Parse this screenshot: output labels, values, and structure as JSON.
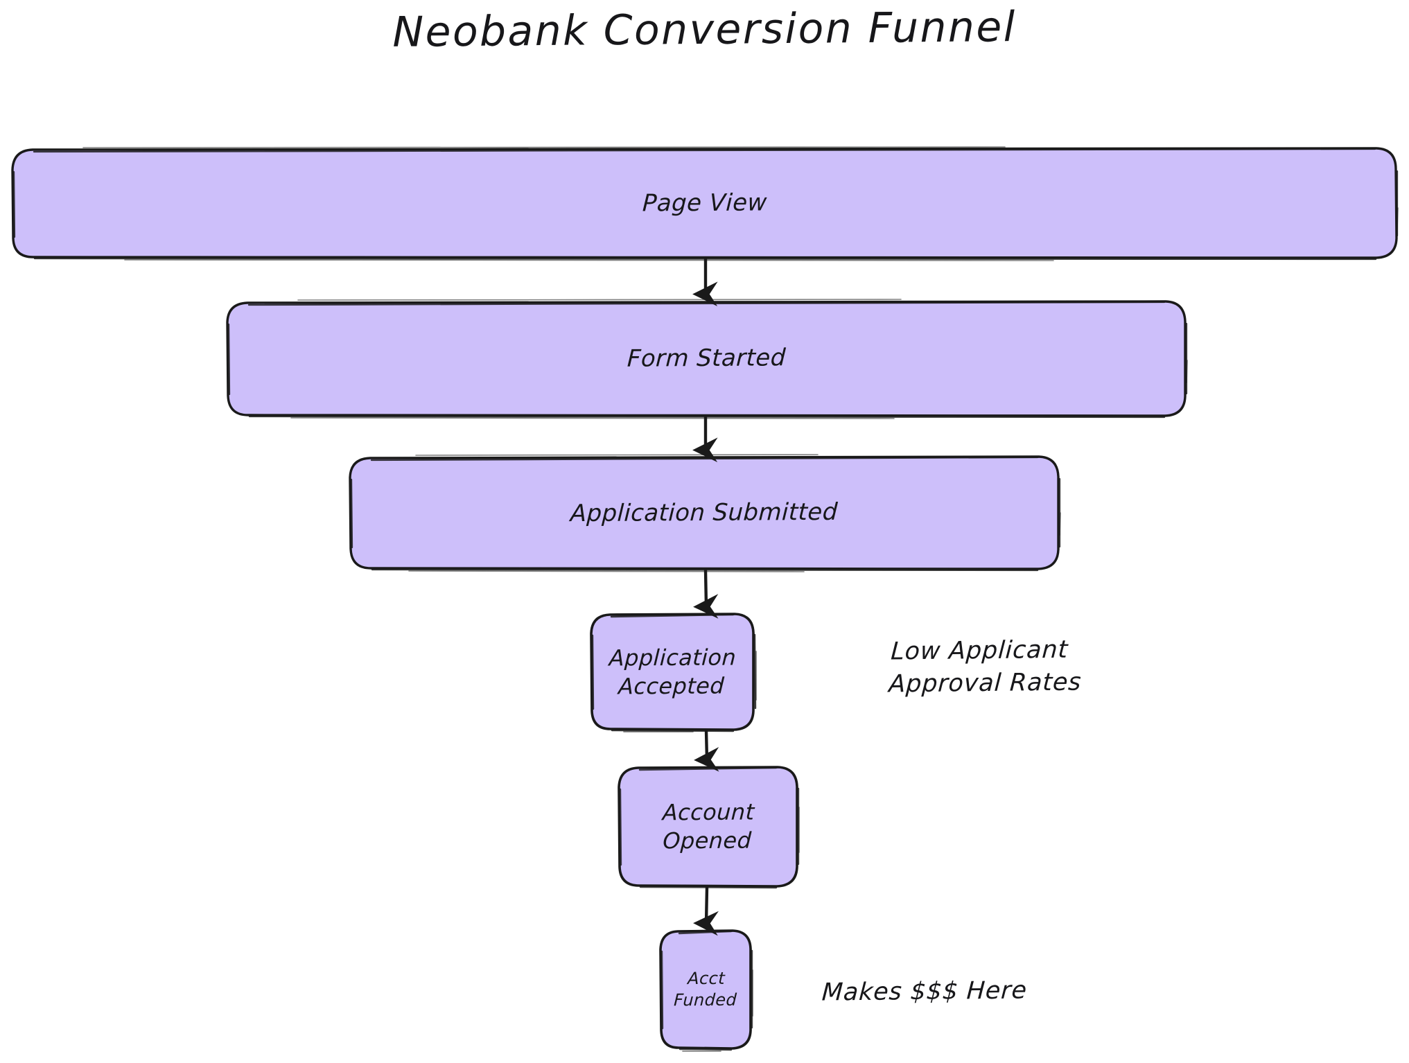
{
  "diagram": {
    "title": "Neobank Conversion Funnel",
    "type": "funnel-flowchart",
    "style": "hand-drawn-sketch",
    "background_color": "#ffffff",
    "node_fill_color": "#cdbffa",
    "node_stroke_color": "#1a1a1a",
    "text_color": "#17171a",
    "nodes": [
      {
        "id": "page-view",
        "label": "Page View",
        "stage": 1
      },
      {
        "id": "form-started",
        "label": "Form Started",
        "stage": 2
      },
      {
        "id": "app-submitted",
        "label": "Application Submitted",
        "stage": 3
      },
      {
        "id": "app-accepted",
        "label": "Application\nAccepted",
        "stage": 4
      },
      {
        "id": "account-opened",
        "label": "Account\nOpened",
        "stage": 5
      },
      {
        "id": "acct-funded",
        "label": "Acct\nFunded",
        "stage": 6
      }
    ],
    "edges": [
      {
        "from": "page-view",
        "to": "form-started"
      },
      {
        "from": "form-started",
        "to": "app-submitted"
      },
      {
        "from": "app-submitted",
        "to": "app-accepted"
      },
      {
        "from": "app-accepted",
        "to": "account-opened"
      },
      {
        "from": "account-opened",
        "to": "acct-funded"
      }
    ],
    "annotations": [
      {
        "id": "low-approval",
        "text": "Low Applicant\nApproval Rates"
      },
      {
        "id": "makes-money",
        "text": "Makes $$$ Here"
      }
    ]
  }
}
